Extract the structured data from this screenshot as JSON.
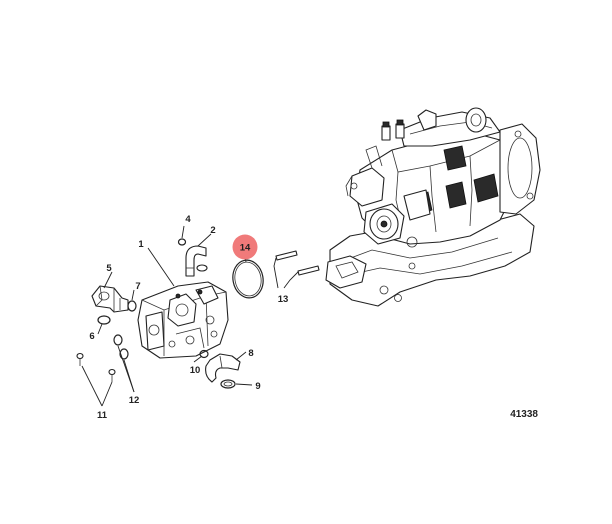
{
  "diagram": {
    "reference_number": "41338",
    "highlight_color": "#f07a7a",
    "callouts": [
      {
        "id": "1",
        "label": "1"
      },
      {
        "id": "2",
        "label": "2"
      },
      {
        "id": "4",
        "label": "4"
      },
      {
        "id": "5",
        "label": "5"
      },
      {
        "id": "6",
        "label": "6"
      },
      {
        "id": "7",
        "label": "7"
      },
      {
        "id": "8",
        "label": "8"
      },
      {
        "id": "9",
        "label": "9"
      },
      {
        "id": "10",
        "label": "10"
      },
      {
        "id": "11",
        "label": "11"
      },
      {
        "id": "12",
        "label": "12"
      },
      {
        "id": "13",
        "label": "13"
      },
      {
        "id": "14",
        "label": "14",
        "highlighted": true
      }
    ]
  }
}
